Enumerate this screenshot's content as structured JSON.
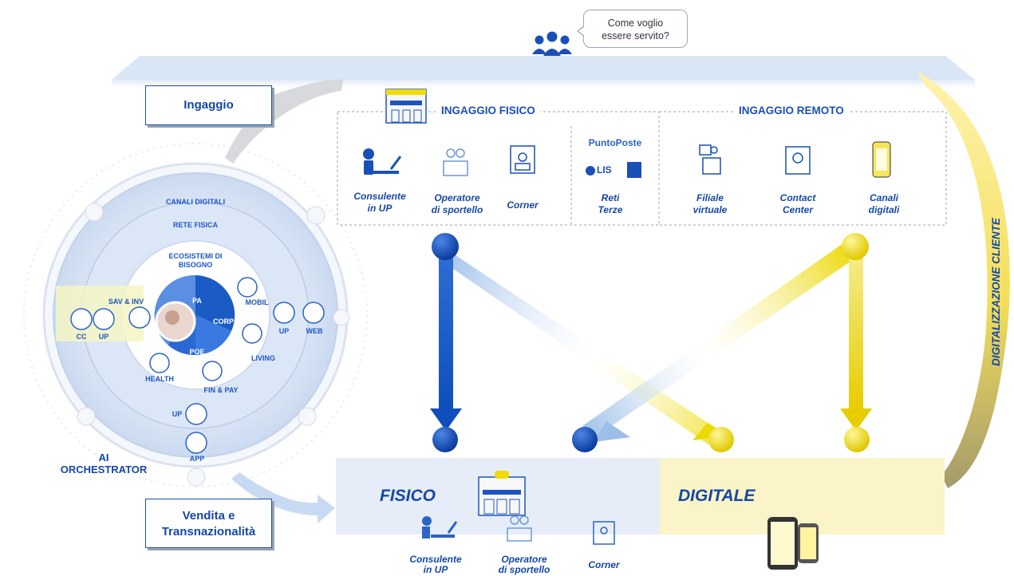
{
  "speech_bubble": {
    "line1": "Come voglio",
    "line2": "essere servito?"
  },
  "left_boxes": {
    "engagement": "Ingaggio",
    "sales_line1": "Vendita e",
    "sales_line2": "Transnazionalità"
  },
  "orchestrator": {
    "line1": "AI",
    "line2": "ORCHESTRATOR",
    "rings": [
      "CANALI DIGITALI",
      "RETE FISICA",
      "ECOSISTEMI DI",
      "BISOGNO"
    ],
    "sectors": [
      "PA",
      "CORP",
      "POE"
    ],
    "nodes": [
      "SAV & INV",
      "MOBIL",
      "LIVING",
      "HEALTH",
      "FIN & PAY",
      "CC",
      "UP",
      "UP",
      "WEB",
      "UP",
      "APP"
    ]
  },
  "physical_engagement": {
    "title": "INGAGGIO FISICO",
    "channels": [
      {
        "line1": "Consulente",
        "line2": "in UP",
        "icon": "consultant-desk-icon"
      },
      {
        "line1": "Operatore",
        "line2": "di sportello",
        "icon": "counter-operator-icon"
      },
      {
        "line1": "Corner",
        "line2": "",
        "icon": "corner-screen-icon"
      },
      {
        "line1": "Reti",
        "line2": "Terze",
        "icon": "third-party-network-icon"
      }
    ],
    "partner_logo_1": "PuntoPoste",
    "partner_logo_2": "LIS"
  },
  "remote_engagement": {
    "title": "INGAGGIO REMOTO",
    "channels": [
      {
        "line1": "Filiale",
        "line2": "virtuale",
        "icon": "virtual-branch-icon"
      },
      {
        "line1": "Contact",
        "line2": "Center",
        "icon": "contact-center-icon"
      },
      {
        "line1": "Canali",
        "line2": "digitali",
        "icon": "digital-channels-icon"
      }
    ]
  },
  "bottom": {
    "physical_label": "FISICO",
    "digital_label": "DIGITALE",
    "channels": [
      {
        "line1": "Consulente",
        "line2": "in UP"
      },
      {
        "line1": "Operatore",
        "line2": "di sportello"
      },
      {
        "line1": "Corner",
        "line2": ""
      }
    ]
  },
  "side_label": "DIGITALIZZAZIONE CLIENTE",
  "colors": {
    "brand_blue": "#1547a9",
    "node_blue": "#0d47b5",
    "node_yellow": "#f2dd0a",
    "physical_bg": "#e6edf9",
    "digital_bg": "#faf4c8"
  }
}
